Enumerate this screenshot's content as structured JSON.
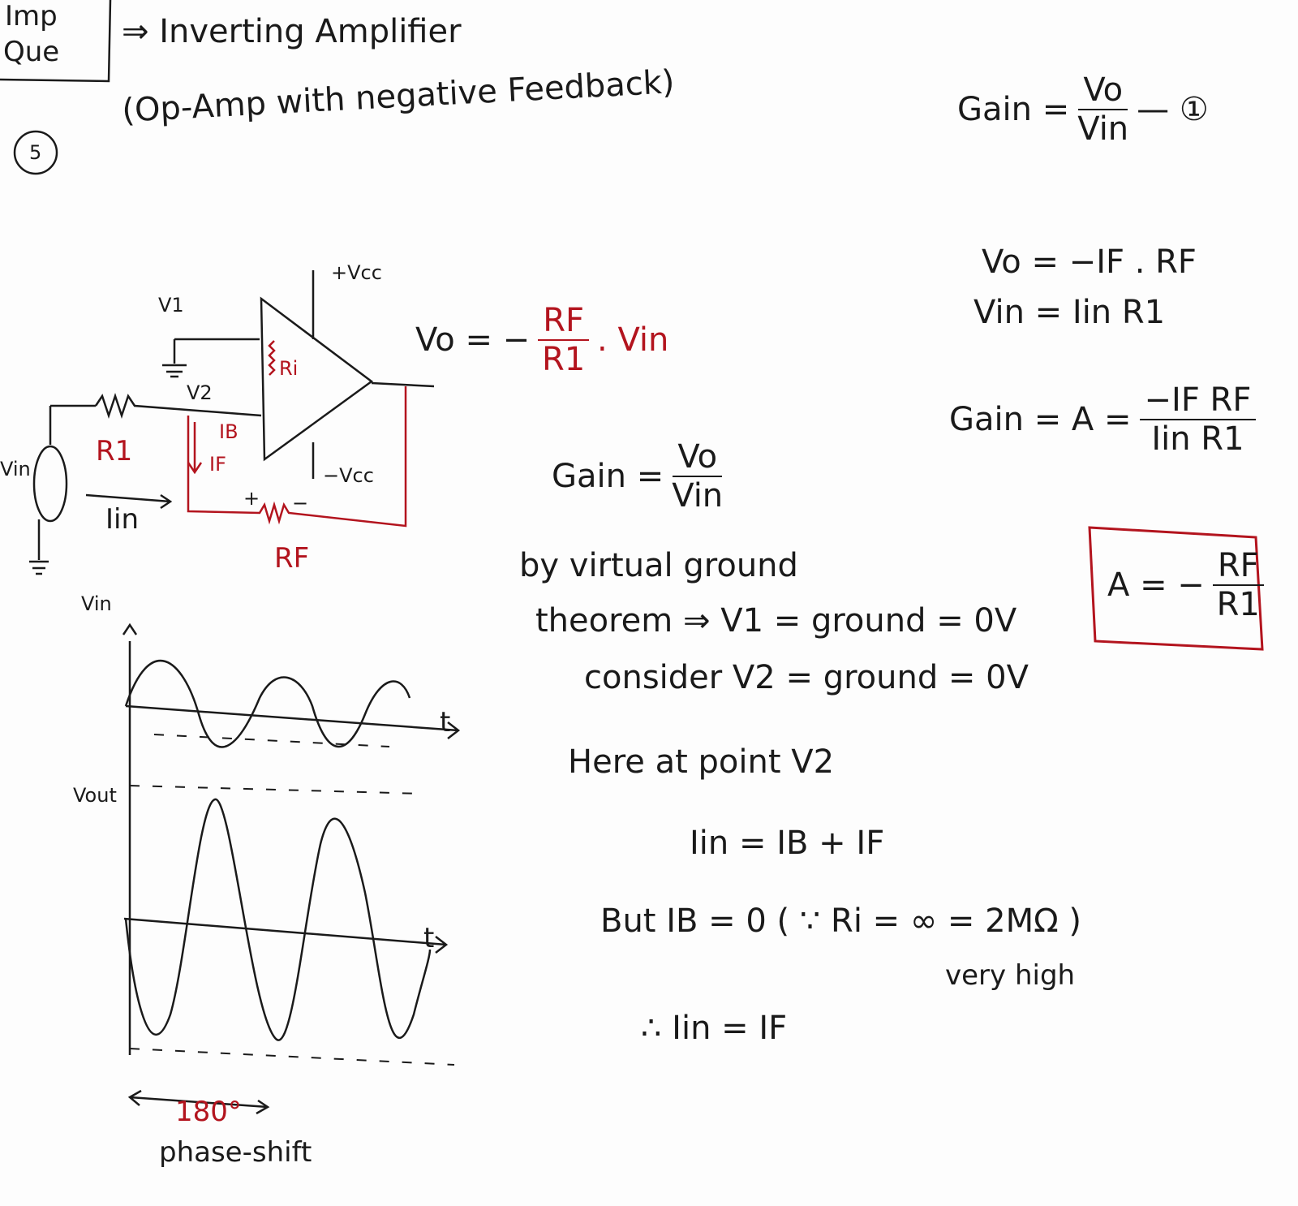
{
  "header": {
    "imp_label": "Imp",
    "que_label": "Que",
    "question_number": "5",
    "title": "⇒ Inverting Amplifier",
    "subtitle": "(Op-Amp with negative Feedback)"
  },
  "right_equations": {
    "gain_lhs": "Gain =",
    "gain_num": "Vo",
    "gain_den": "Vin",
    "eq_number": "— ①",
    "vo_eq": "Vo = −IF . RF",
    "vin_eq": "Vin = Iin R1",
    "gain_a_lhs": "Gain = A =",
    "gain_a_num": "−IF RF",
    "gain_a_den": "Iin R1",
    "result_lhs": "A = −",
    "result_num": "RF",
    "result_den": "R1"
  },
  "circuit": {
    "vcc_pos": "+Vcc",
    "vcc_neg": "−Vcc",
    "v1": "V1",
    "v2": "V2",
    "ri": "Ri",
    "ib": "IB",
    "if": "IF",
    "r1": "R1",
    "iin": "Iin",
    "vin": "Vin",
    "rf": "RF",
    "plus": "+",
    "minus": "−",
    "vo_lhs": "Vo = −",
    "vo_num": "RF",
    "vo_den": "R1",
    "vo_rhs": ". Vin"
  },
  "middle": {
    "gain_lhs": "Gain =",
    "gain_num": "Vo",
    "gain_den": "Vin",
    "line1": "by virtual ground",
    "line2": "theorem ⇒ V1 = ground = 0V",
    "line3": "consider  V2 = ground = 0V",
    "line4": "Here  at  point  V2",
    "line5": "Iin = IB + IF",
    "line6": "But  IB = 0 ( ∵ Ri = ∞ = 2MΩ )",
    "line7": "very high",
    "line8": "∴  Iin = IF"
  },
  "waveforms": {
    "vin_label": "Vin",
    "vout_label": "Vout",
    "t_label_1": "t",
    "t_label_2": "t",
    "phase_value": "180°",
    "phase_label": "phase-shift"
  },
  "colors": {
    "ink": "#1a1a1a",
    "red_ink": "#b3141e"
  }
}
